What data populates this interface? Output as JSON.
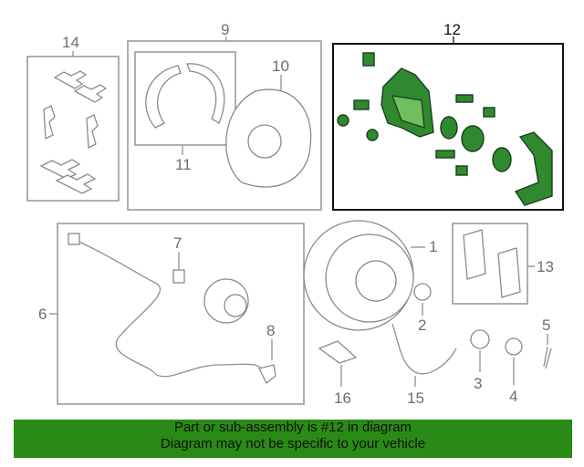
{
  "callouts": {
    "n1": "1",
    "n2": "2",
    "n3": "3",
    "n4": "4",
    "n5": "5",
    "n6": "6",
    "n7": "7",
    "n8": "8",
    "n9": "9",
    "n10": "10",
    "n11": "11",
    "n12": "12",
    "n13": "13",
    "n14": "14",
    "n15": "15",
    "n16": "16"
  },
  "highlighted_part": "12",
  "colors": {
    "highlight": "#2f8a2f",
    "banner": "#2a8a16"
  },
  "banner": {
    "line1": "Part or sub-assembly is #12 in diagram",
    "line2": "Diagram may not be specific to your vehicle"
  }
}
